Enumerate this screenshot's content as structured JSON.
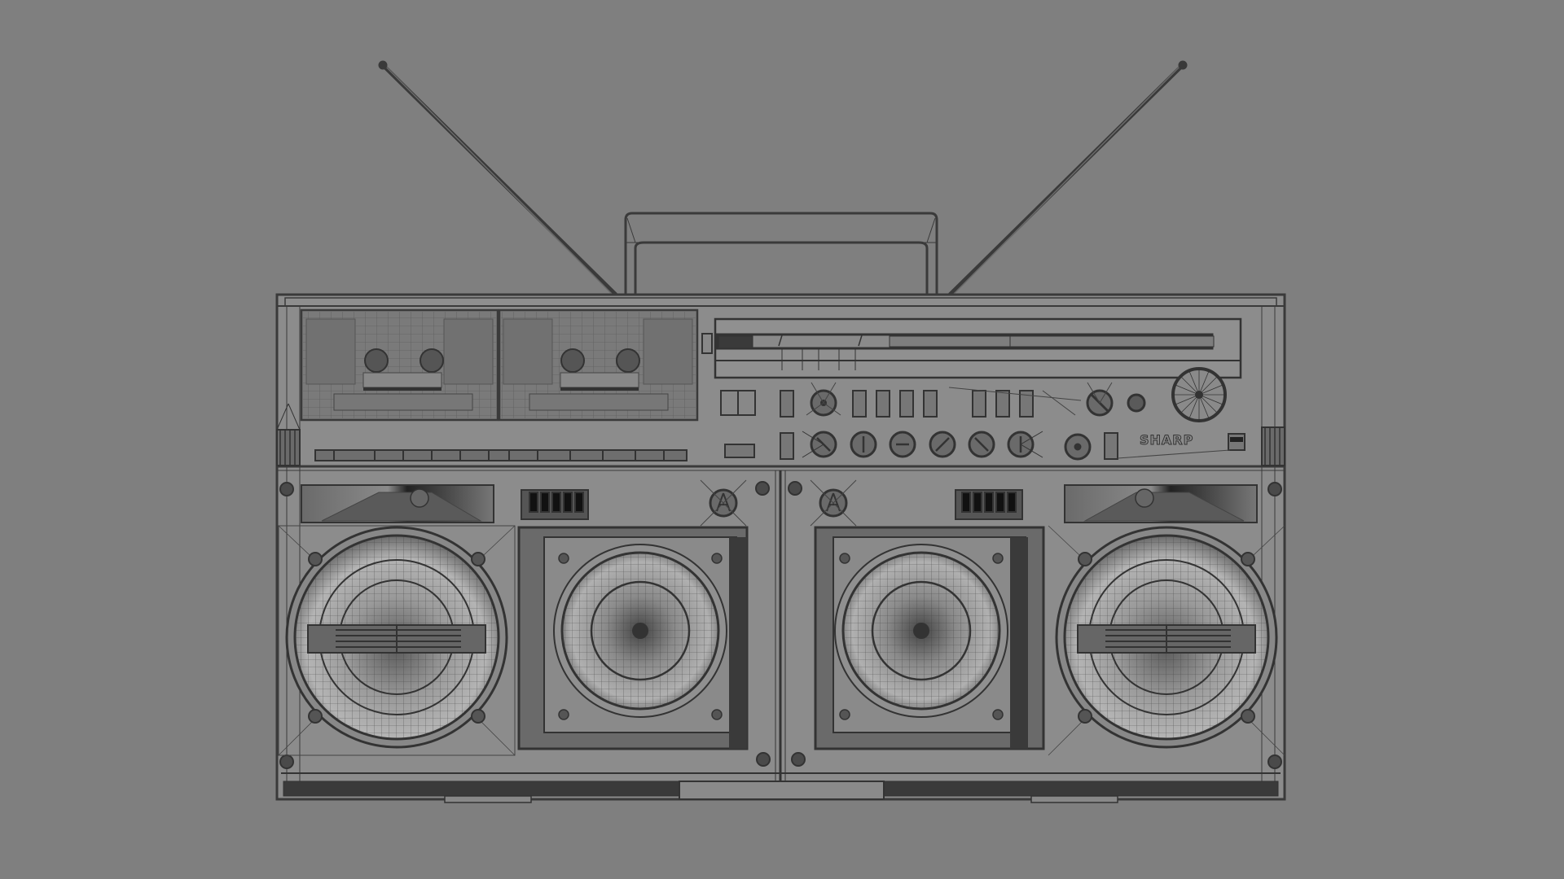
{
  "viewport": {
    "background": "#7f7f7f",
    "wire_color": "#3a3a3a",
    "body_fill": "#8c8c8c",
    "render_mode": "wireframe-on-shaded"
  },
  "model": {
    "object": "boombox",
    "brand_logo": "SHARP",
    "parts": {
      "antennas": 2,
      "handle": 1,
      "cassette_decks": 2,
      "woofers": 2,
      "midrange_speakers": 2,
      "tweeters": 2,
      "top_knobs": 4,
      "bottom_knobs": 7,
      "tuning_dial": 1,
      "sliders_top_row": 10,
      "sliders_bottom_row": 2
    }
  }
}
